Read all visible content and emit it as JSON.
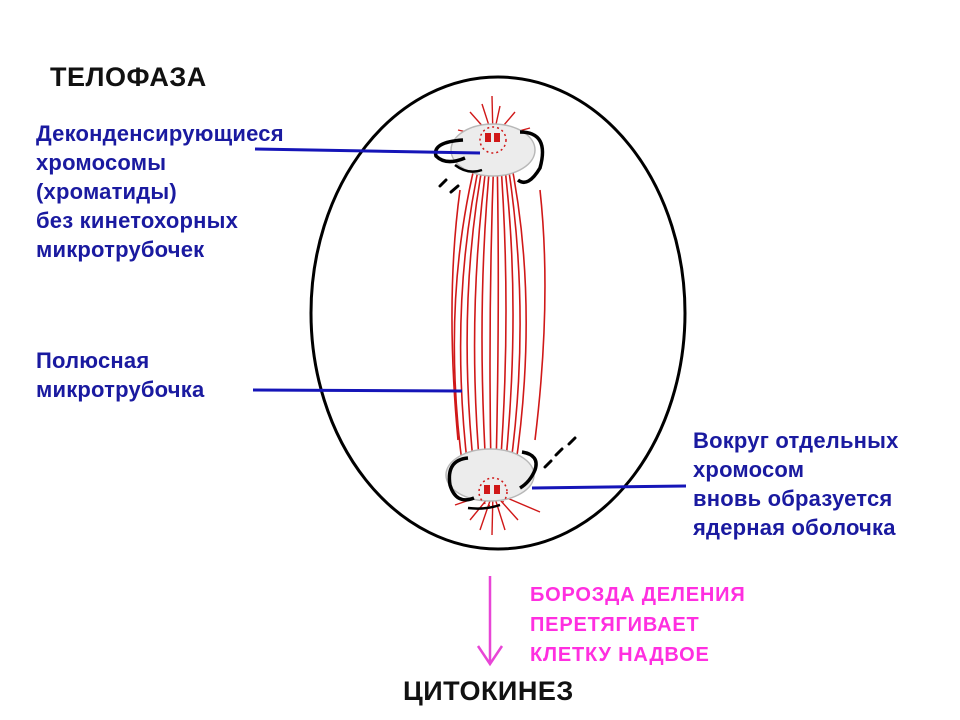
{
  "title": "ТЕЛОФАЗА",
  "labels": {
    "decondensing": [
      "Деконденсирующиеся",
      "хромосомы",
      "(хроматиды)",
      "без кинетохорных",
      "микротрубочек"
    ],
    "polar_microtubule": [
      "Полюсная",
      "микротрубочка"
    ],
    "nuclear_envelope": [
      "Вокруг отдельных",
      "хромосом",
      "вновь образуется",
      "ядерная оболочка"
    ]
  },
  "furrow": [
    "БОРОЗДА ДЕЛЕНИЯ",
    "ПЕРЕТЯГИВАЕТ",
    "КЛЕТКУ НАДВОЕ"
  ],
  "result": "ЦИТОКИНЕЗ",
  "colors": {
    "label_text": "#1a1aa0",
    "leader_line": "#1515b8",
    "spindle": "#d01818",
    "furrow_text": "#ff2fe0",
    "arrow": "#e845d6",
    "outline": "#000000"
  }
}
